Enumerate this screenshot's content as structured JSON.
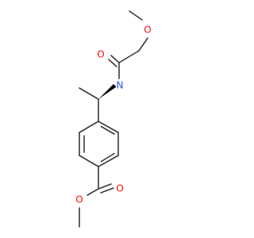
{
  "molecule": {
    "atoms": {
      "methoxy_o": "O",
      "amide_o": "O",
      "amide_n": "N",
      "ester_carbonyl_o": "O",
      "ester_ether_o": "O"
    },
    "atom_colors": {
      "O": "#ff0d0d",
      "N": "#3050f8"
    }
  }
}
